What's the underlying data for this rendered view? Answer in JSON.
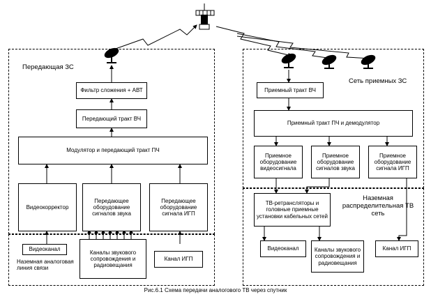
{
  "left": {
    "title": "Передающая ЗС",
    "filter": "Фильтр сложения + АВТ",
    "tx_rf": "Передающий тракт ВЧ",
    "modulator": "Модулятор и передающий тракт ПЧ",
    "videocorrector": "Видеокорректор",
    "audio_tx": "Передающее оборудование сигналов звука",
    "igp_tx": "Передающее оборудование сигнала ИГП",
    "video_channel": "Видеоканал",
    "ground_line": "Наземная аналоговая линия связи",
    "audio_channels": "Каналы звукового сопровождения и радиовещания",
    "igp_channel": "Канал ИГП"
  },
  "right": {
    "title": "Сеть приемных ЗС",
    "rx_rf": "Приемный тракт ВЧ",
    "rx_if": "Приемный тракт ПЧ и демодулятор",
    "rx_video": "Приемное оборудование видеосигнала",
    "rx_audio": "Приемное оборудование сигналов звука",
    "rx_igp": "Приемное оборудование сигнала ИГП",
    "ground_net": "Наземная распределительная ТВ сеть",
    "retrans": "ТВ-ретрансляторы и головные приемные установки кабельных сетей",
    "video_channel": "Видеоканал",
    "audio_channels": "Каналы звукового сопровождения и радиовещания",
    "igp_channel": "Канал ИГП"
  },
  "caption": "Рис.6.1    Схема  передачи  аналогового ТВ через спутник"
}
